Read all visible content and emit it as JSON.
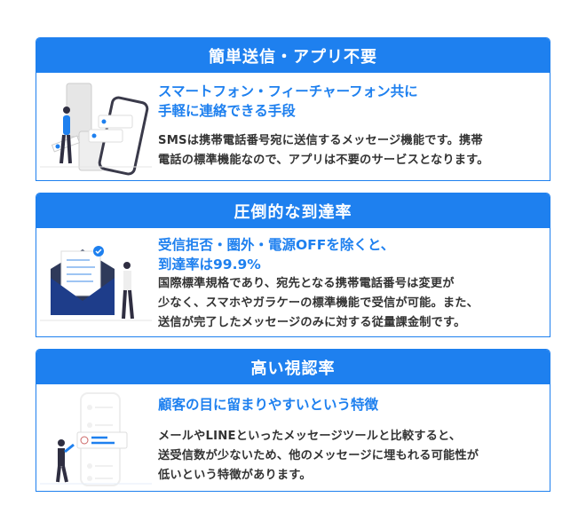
{
  "sections": [
    {
      "header": "簡単送信・アプリ不要",
      "title_lines": [
        "スマートフォン・フィーチャーフォン共に",
        "手軽に連絡できる手段"
      ],
      "desc_lines": [
        "SMSは携帯電話番号宛に送信するメッセージ機能です。携帯",
        "電話の標準機能なので、アプリは不要のサービスとなります。"
      ],
      "illustration": "phones-illustration"
    },
    {
      "header": "圧倒的な到達率",
      "title_lines": [
        "受信拒否・圏外・電源OFFを除くと、",
        "到達率は99.9%"
      ],
      "desc_lines": [
        "国際標準規格であり、宛先となる携帯電話番号は変更が",
        "少なく、スマホやガラケーの標準機能で受信が可能。また、",
        "送信が完了したメッセージのみに対する従量課金制です。"
      ],
      "illustration": "mail-envelope-illustration"
    },
    {
      "header": "高い視認率",
      "title_lines": [
        "顧客の目に留まりやすいという特徴"
      ],
      "desc_lines": [
        "メールやLINEといったメッセージツールと比較すると、",
        "送受信数が少ないため、他のメッセージに埋もれる可能性が",
        "低いという特徴があります。"
      ],
      "illustration": "notification-illustration"
    }
  ],
  "colors": {
    "accent": "#1e80ef",
    "text": "#333333"
  }
}
